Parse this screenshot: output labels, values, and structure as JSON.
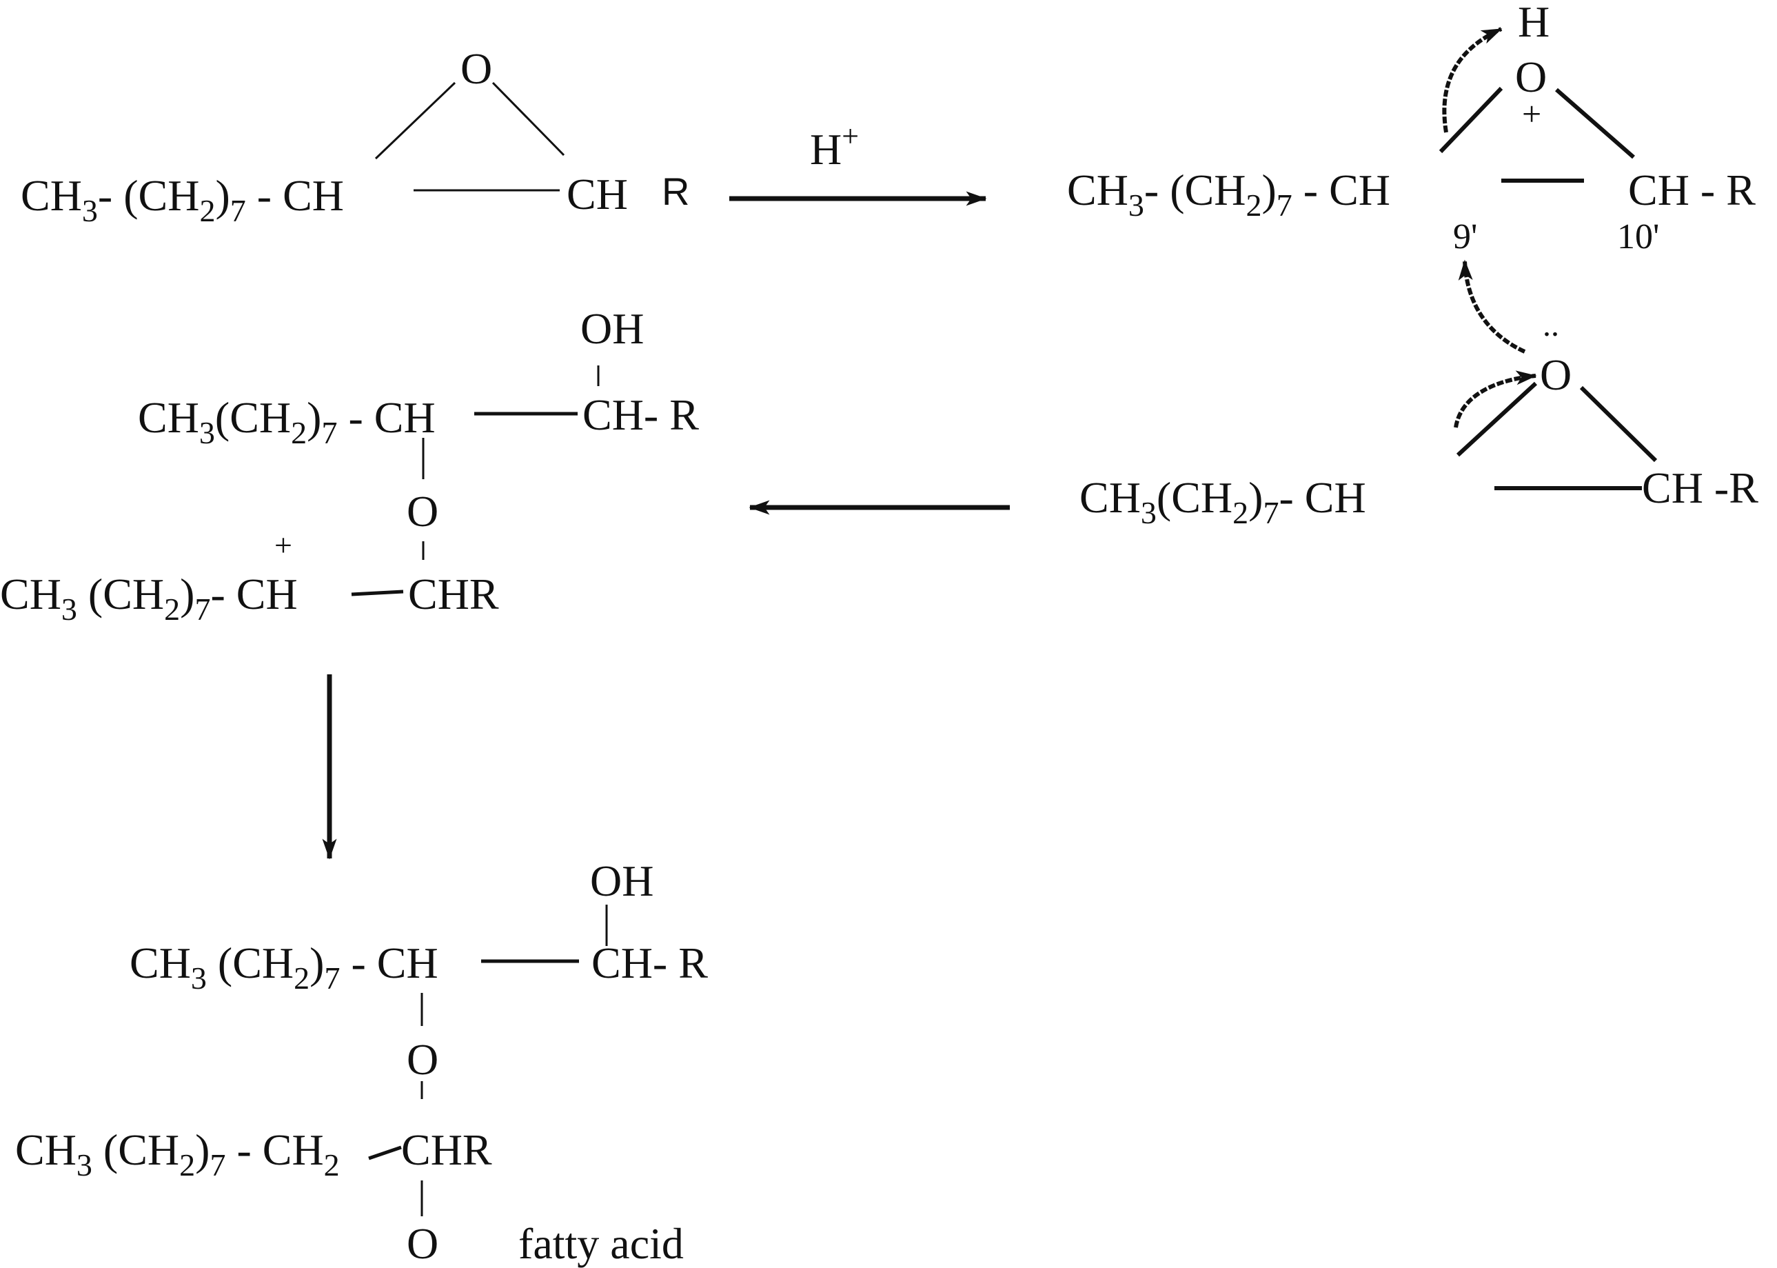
{
  "row1": {
    "reactant": {
      "text": "CH3- (CH2)7 - CH",
      "ch_right": "CH",
      "r_right": "R",
      "o_top": "O"
    },
    "reagent": "H+",
    "protonated": {
      "text": "CH3- (CH2)7 - CH",
      "ch_right": "CH - R",
      "o_top": "O",
      "plus": "+",
      "h_top": "H",
      "label_9": "9'",
      "label_10": "10'"
    }
  },
  "row2": {
    "epoxide2": {
      "text": "CH3(CH2)7- CH",
      "ch_right": "CH -R",
      "o_top": "O",
      "lone_pair": ".."
    },
    "intermediate": {
      "line1": "CH3(CH2)7 - CH",
      "ch_r": "CH- R",
      "oh": "OH",
      "o_mid": "O",
      "plus": "+",
      "line2": "CH3 (CH2)7- CH",
      "chr": "CHR"
    }
  },
  "row3": {
    "product": {
      "line1": "CH3 (CH2)7 - CH",
      "ch_r": "CH- R",
      "oh": "OH",
      "o_mid": "O",
      "line2": "CH3 (CH2)7 - CH2",
      "chr": "CHR",
      "o_bottom": "O",
      "fatty_acid": "fatty acid"
    }
  },
  "colors": {
    "ink": "#111111",
    "background": "#ffffff"
  }
}
